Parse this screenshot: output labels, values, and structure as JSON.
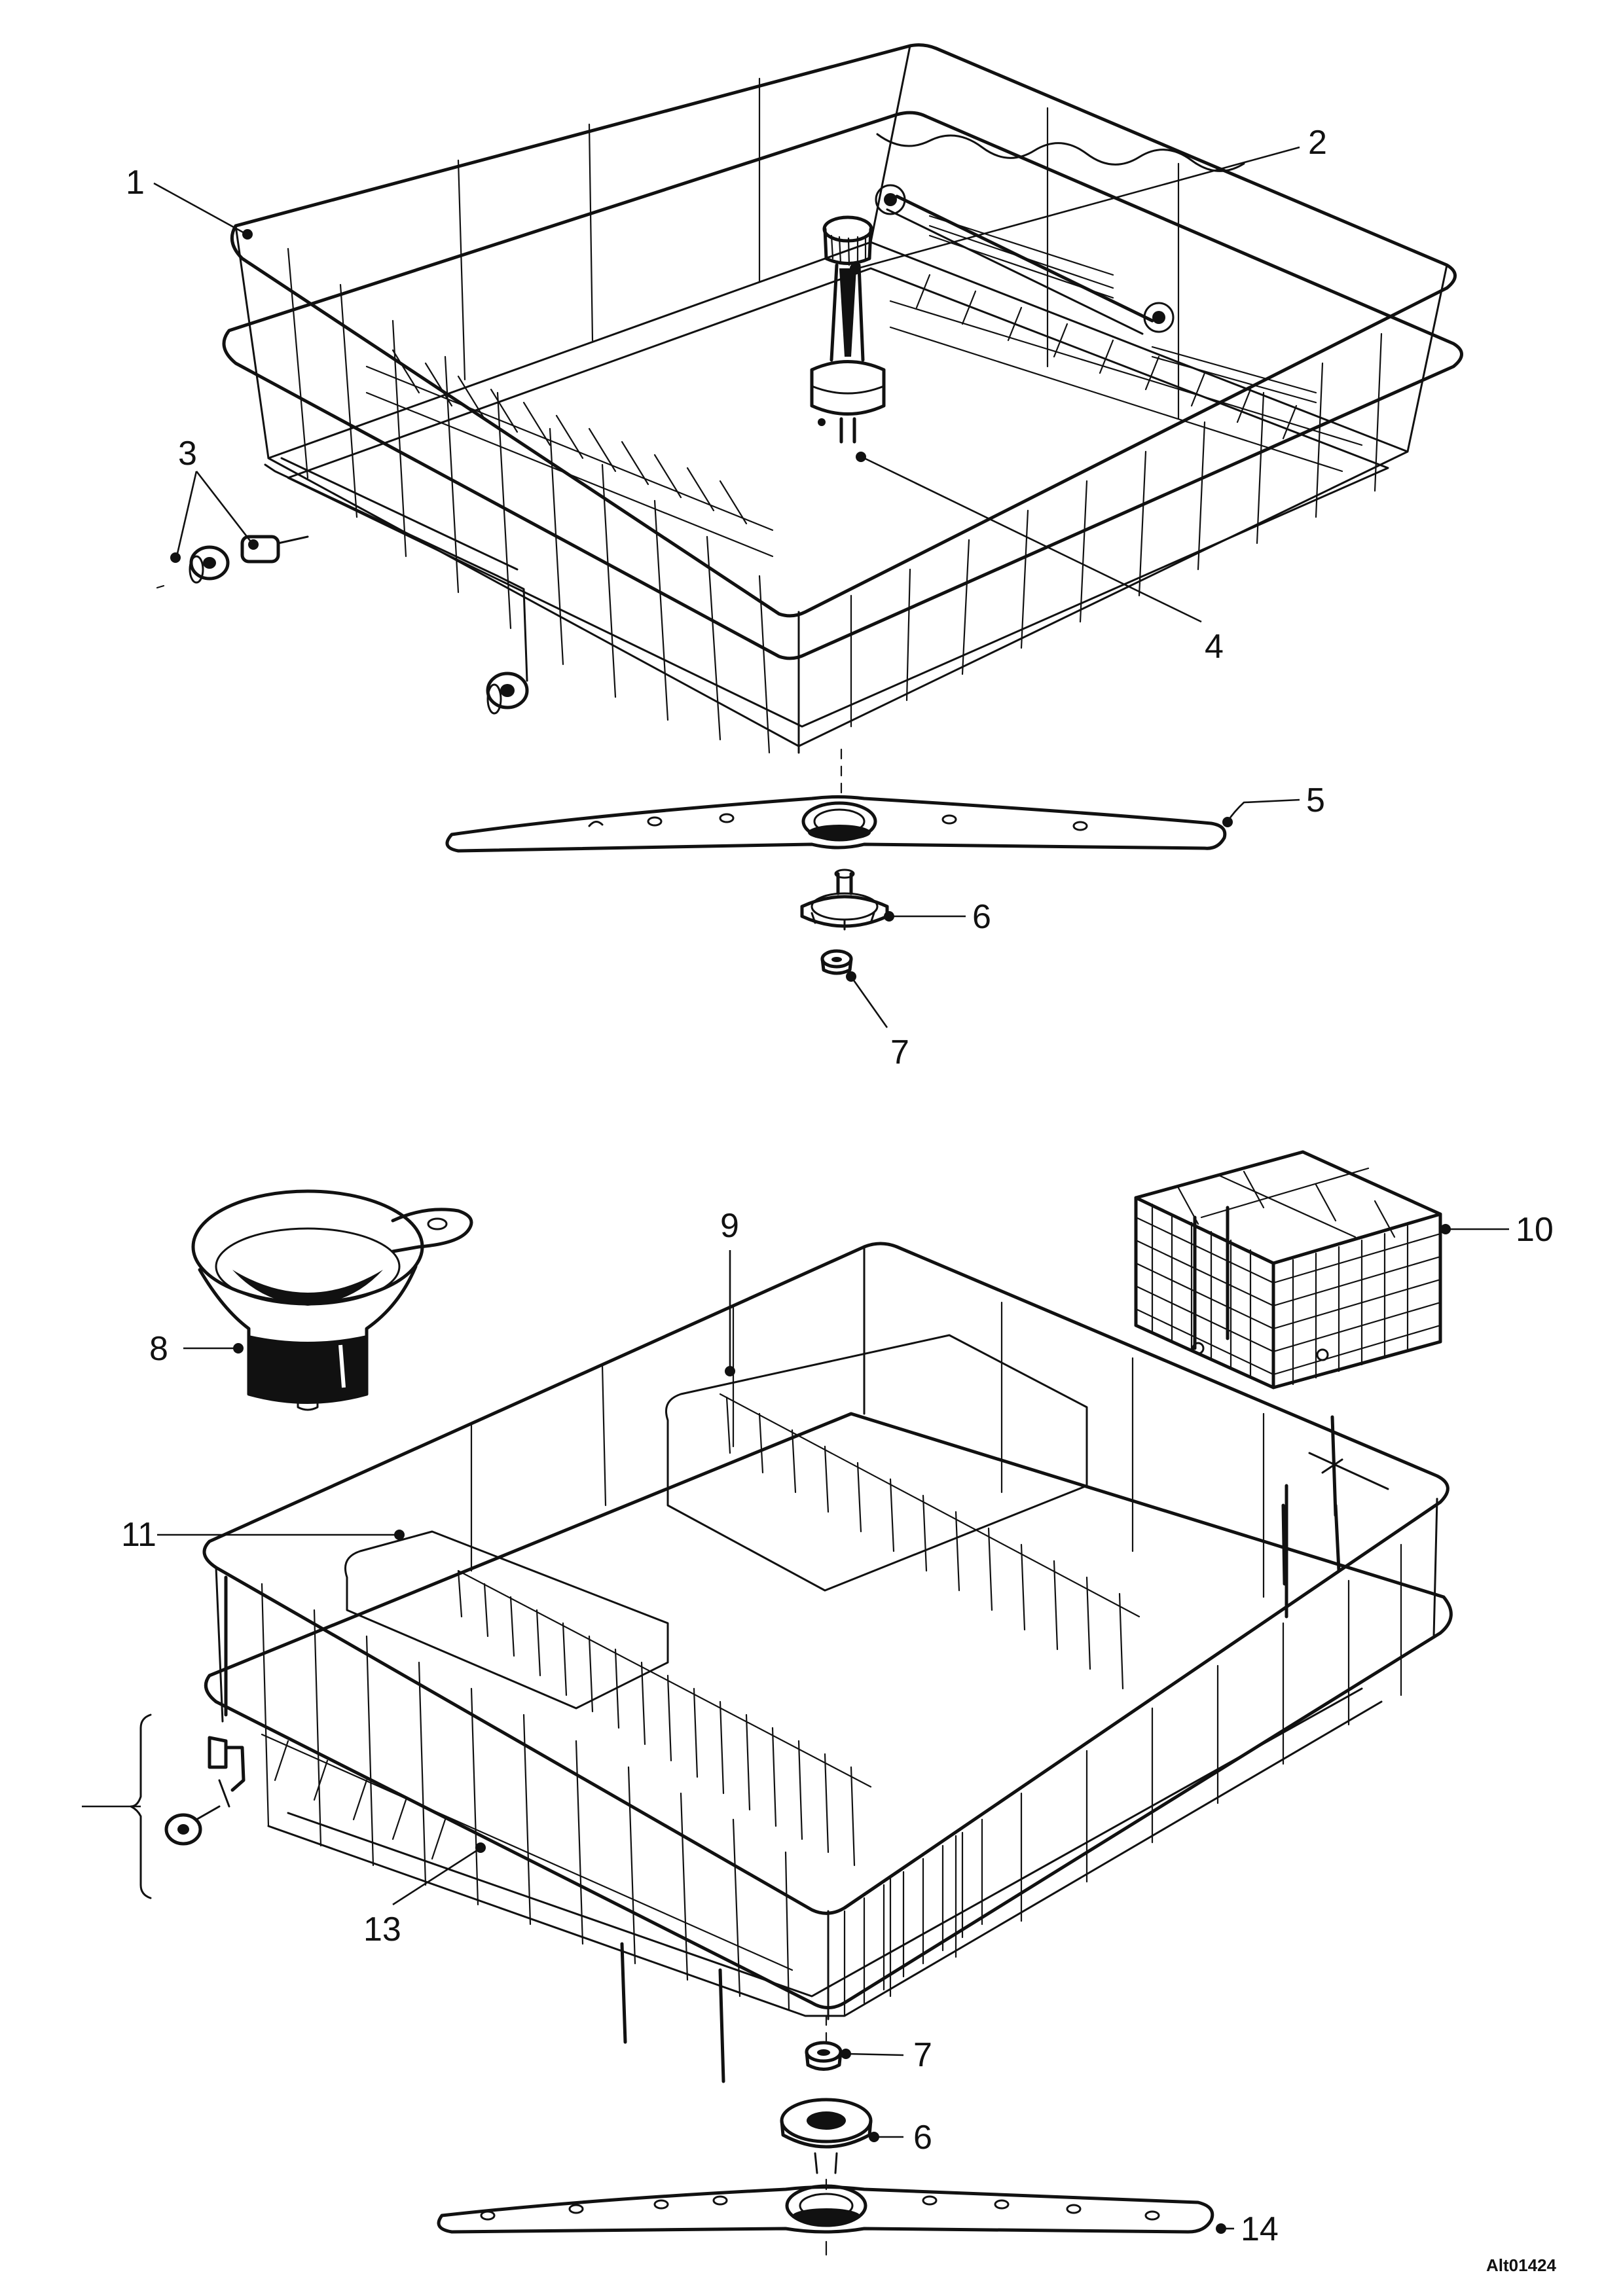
{
  "diagram": {
    "doc_id": "Alt01424",
    "callouts": [
      {
        "id": "c1",
        "label": "1"
      },
      {
        "id": "c2",
        "label": "2"
      },
      {
        "id": "c3",
        "label": "3"
      },
      {
        "id": "c4",
        "label": "4"
      },
      {
        "id": "c5",
        "label": "5"
      },
      {
        "id": "c6a",
        "label": "6"
      },
      {
        "id": "c7a",
        "label": "7"
      },
      {
        "id": "c8",
        "label": "8"
      },
      {
        "id": "c9",
        "label": "9"
      },
      {
        "id": "c10",
        "label": "10"
      },
      {
        "id": "c11",
        "label": "11"
      },
      {
        "id": "c13",
        "label": "13"
      },
      {
        "id": "c7b",
        "label": "7"
      },
      {
        "id": "c6b",
        "label": "6"
      },
      {
        "id": "c14",
        "label": "14"
      }
    ]
  }
}
